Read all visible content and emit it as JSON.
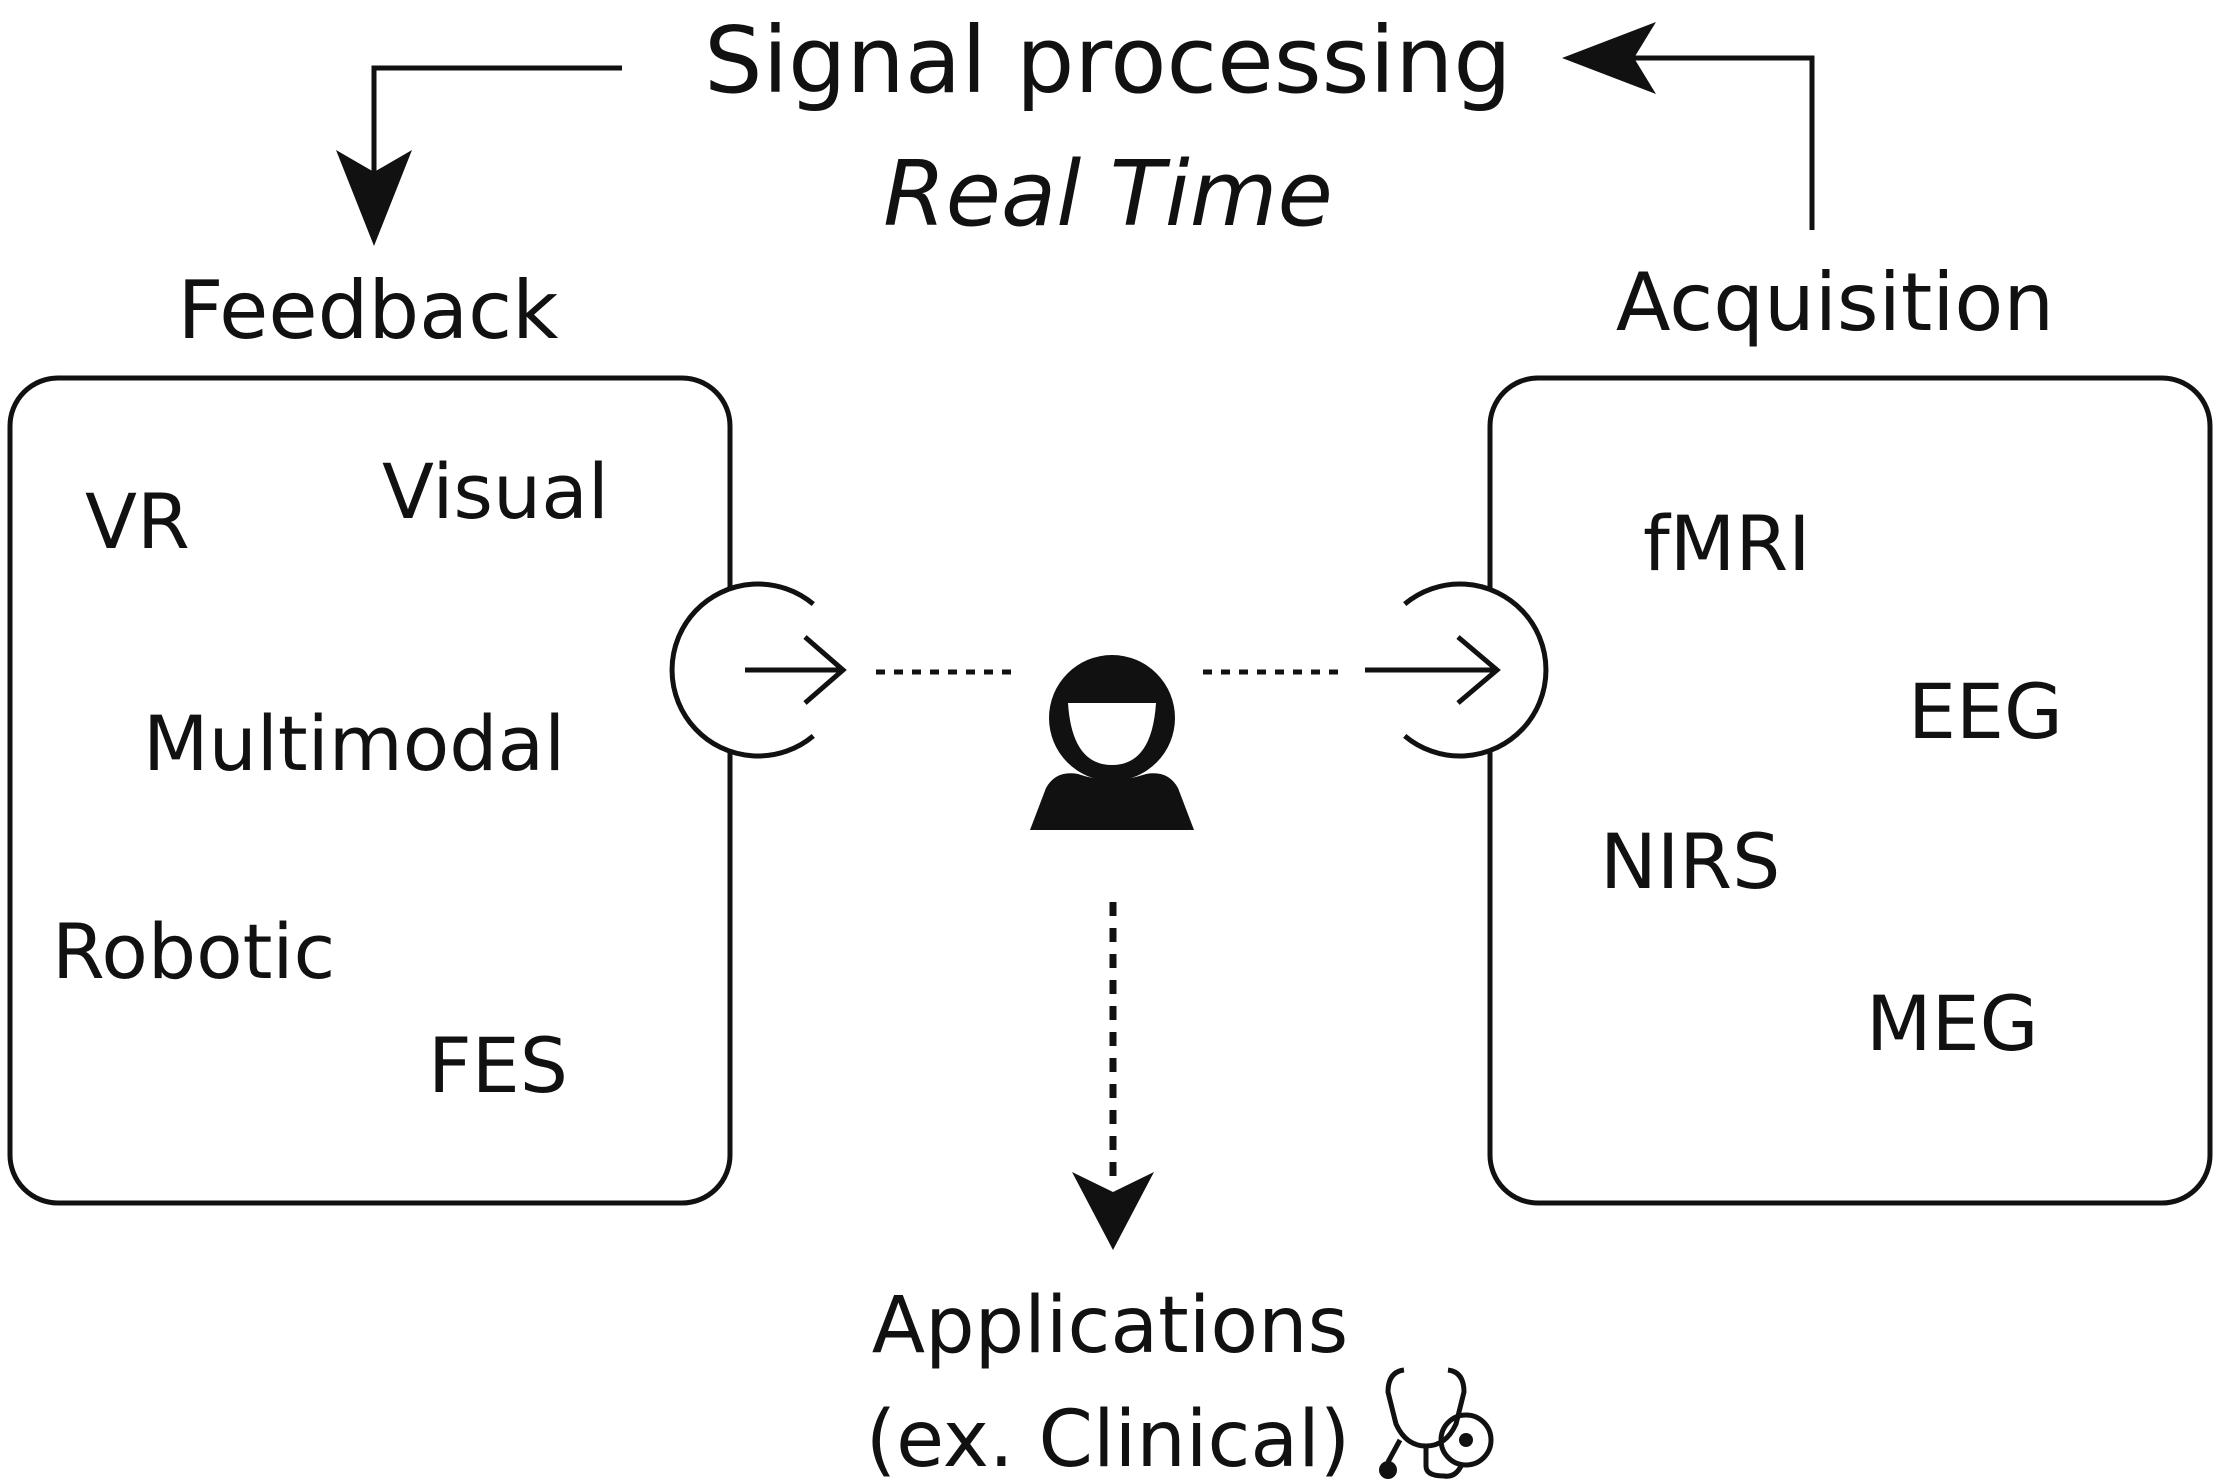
{
  "title": "Signal processing",
  "subtitle": "Real Time",
  "feedback": {
    "heading": "Feedback",
    "items": [
      "VR",
      "Visual",
      "Multimodal",
      "Robotic",
      "FES"
    ]
  },
  "acquisition": {
    "heading": "Acquisition",
    "items": [
      "fMRI",
      "EEG",
      "NIRS",
      "MEG"
    ]
  },
  "applications": {
    "line1": "Applications",
    "line2": "(ex. Clinical)"
  },
  "icons": {
    "person": "person-icon",
    "stethoscope": "stethoscope-icon",
    "output": "output-arrow-icon",
    "input": "input-arrow-icon"
  }
}
